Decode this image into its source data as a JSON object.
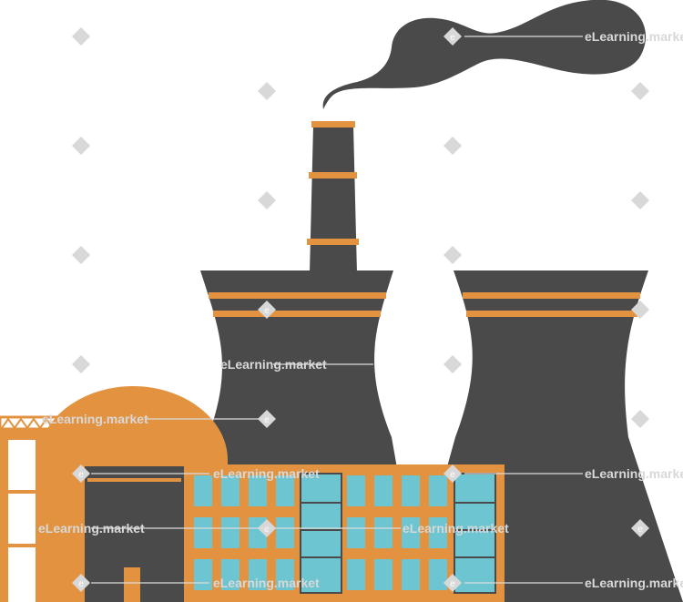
{
  "scene": {
    "subject": "industrial-plant-illustration",
    "colors": {
      "background": "#ffffff",
      "dark_gray": "#4a4a4a",
      "orange": "#e39340",
      "window_blue": "#6cc5d1",
      "smoke": "#4a4a4a"
    }
  },
  "watermark": {
    "text": "eLearning.market",
    "letter": "e",
    "color": "#d8d8d8"
  }
}
